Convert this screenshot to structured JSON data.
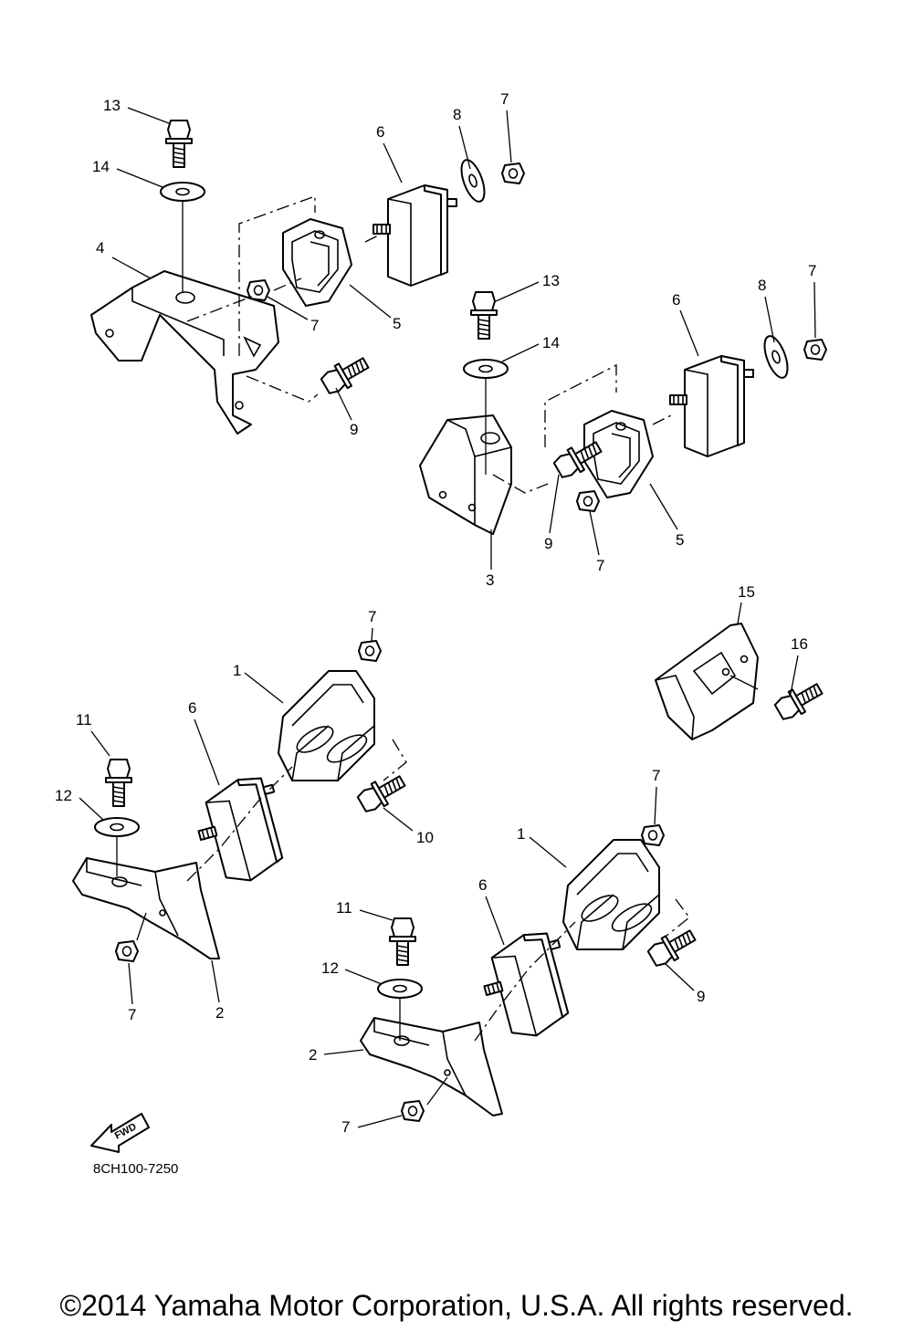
{
  "diagram": {
    "callouts": [
      "13",
      "14",
      "6",
      "8",
      "7",
      "4",
      "7",
      "5",
      "9",
      "13",
      "6",
      "8",
      "7",
      "14",
      "3",
      "9",
      "7",
      "5",
      "15",
      "16",
      "7",
      "1",
      "6",
      "11",
      "12",
      "10",
      "7",
      "7",
      "1",
      "6",
      "11",
      "12",
      "9",
      "2",
      "2",
      "7"
    ],
    "fwd_label": "FWD",
    "drawing_code": "8CH100-7250"
  },
  "footer": {
    "copyright": "©2014 Yamaha Motor Corporation, U.S.A. All rights reserved."
  }
}
